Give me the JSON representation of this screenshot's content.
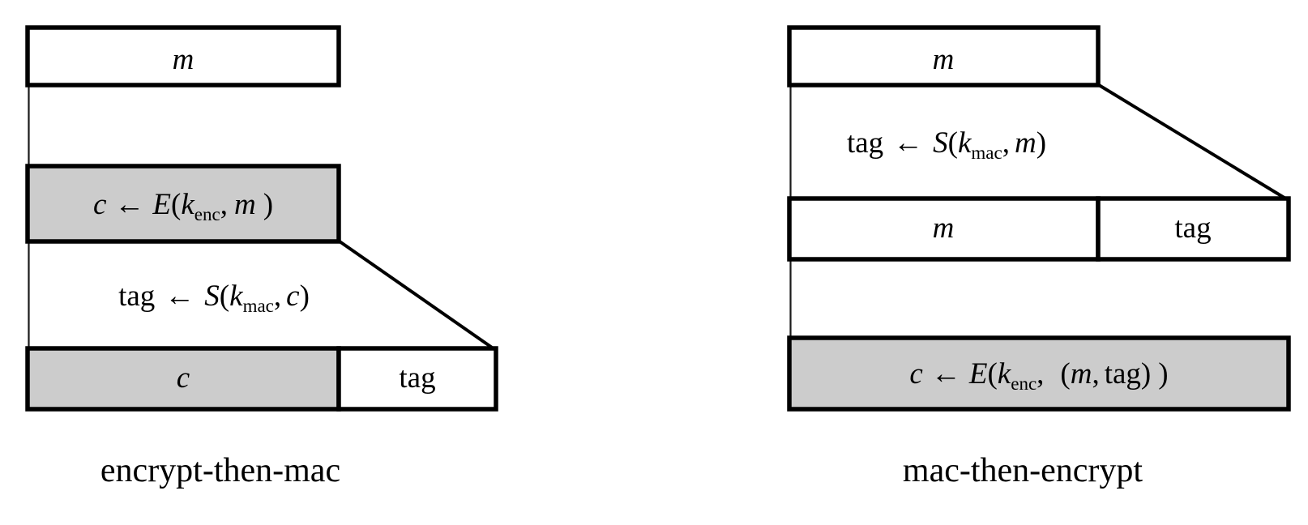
{
  "figure": {
    "title": "",
    "background_color": "#ffffff",
    "ink_color": "#000000",
    "highlight_fill": "#cccccc",
    "plain_fill": "#ffffff"
  },
  "panels": [
    {
      "id": "encrypt-then-mac",
      "caption": "encrypt-then-mac",
      "rows": [
        {
          "id": "etm-input",
          "kind": "block-row",
          "cells": [
            {
              "id": "etm-input-m",
              "label": "m",
              "style": "italic",
              "fill": "#ffffff"
            }
          ]
        },
        {
          "id": "etm-encrypt",
          "kind": "block-row",
          "fill": "#cccccc",
          "formula": {
            "lhs": "c",
            "arrow": "←",
            "fn": "E",
            "open": "(",
            "key_base": "k",
            "key_sub": "enc",
            "comma": ",",
            "arg": "m",
            "close": ")"
          },
          "plain": "c ← E(k_enc, m )"
        },
        {
          "id": "etm-mac-step",
          "kind": "formula-row",
          "formula": {
            "lhs": "tag",
            "arrow": "←",
            "fn": "S",
            "open": "(",
            "key_base": "k",
            "key_sub": "mac",
            "comma": ",",
            "arg": "c",
            "close": ")"
          },
          "plain": "tag ← S(k_mac, c)"
        },
        {
          "id": "etm-output",
          "kind": "block-row",
          "cells": [
            {
              "id": "etm-out-c",
              "label": "c",
              "style": "italic",
              "fill": "#cccccc"
            },
            {
              "id": "etm-out-tag",
              "label": "tag",
              "style": "roman",
              "fill": "#ffffff"
            }
          ]
        }
      ]
    },
    {
      "id": "mac-then-encrypt",
      "caption": "mac-then-encrypt",
      "rows": [
        {
          "id": "mte-input",
          "kind": "block-row",
          "cells": [
            {
              "id": "mte-input-m",
              "label": "m",
              "style": "italic",
              "fill": "#ffffff"
            }
          ]
        },
        {
          "id": "mte-mac-step",
          "kind": "formula-row",
          "formula": {
            "lhs": "tag",
            "arrow": "←",
            "fn": "S",
            "open": "(",
            "key_base": "k",
            "key_sub": "mac",
            "comma": ",",
            "arg": "m",
            "close": ")"
          },
          "plain": "tag ← S(k_mac, m)"
        },
        {
          "id": "mte-pair",
          "kind": "block-row",
          "cells": [
            {
              "id": "mte-pair-m",
              "label": "m",
              "style": "italic",
              "fill": "#ffffff"
            },
            {
              "id": "mte-pair-tag",
              "label": "tag",
              "style": "roman",
              "fill": "#ffffff"
            }
          ]
        },
        {
          "id": "mte-encrypt",
          "kind": "block-row",
          "fill": "#cccccc",
          "formula": {
            "lhs": "c",
            "arrow": "←",
            "fn": "E",
            "open": "(",
            "key_base": "k",
            "key_sub": "enc",
            "comma": ",",
            "pair_open": "(",
            "pair_first": "m",
            "pair_comma": ",",
            "pair_second": "tag",
            "pair_close": ")",
            "close": ")"
          },
          "plain": "c ← E(k_enc,  (m, tag) )"
        }
      ]
    }
  ]
}
